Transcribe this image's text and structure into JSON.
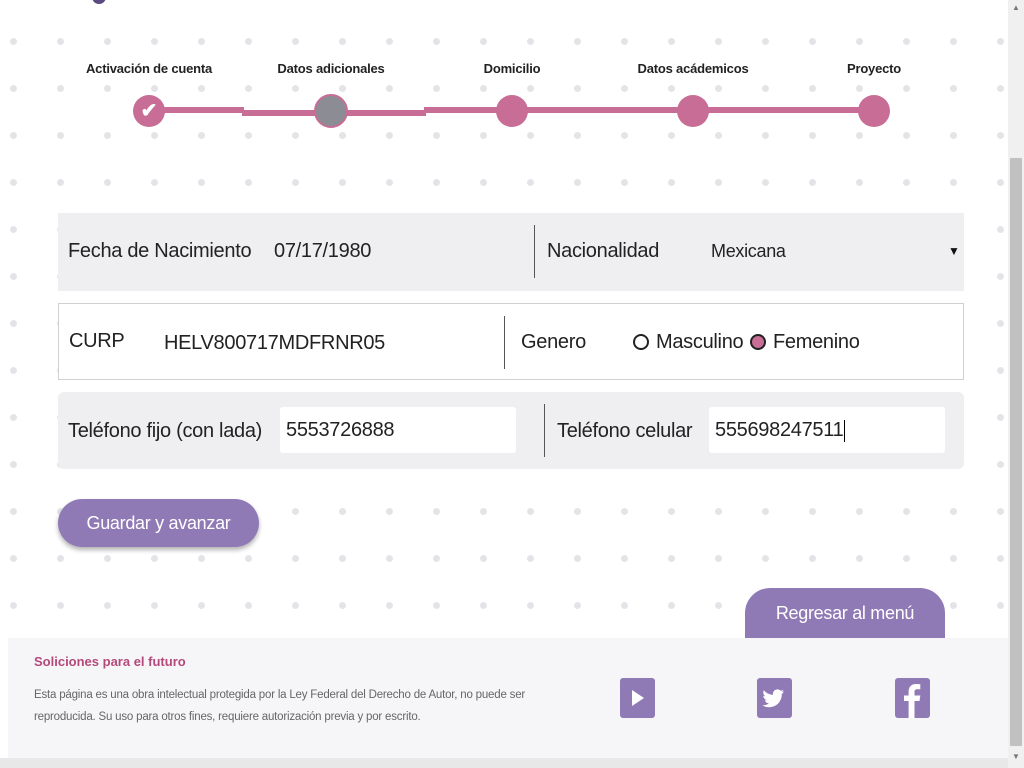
{
  "stepper": {
    "steps": [
      {
        "label": "Activación de cuenta",
        "state": "done"
      },
      {
        "label": "Datos adicionales",
        "state": "current"
      },
      {
        "label": "Domicilio",
        "state": "pending"
      },
      {
        "label": "Datos acádemicos",
        "state": "pending"
      },
      {
        "label": "Proyecto",
        "state": "pending"
      }
    ],
    "check_glyph": "✔"
  },
  "form": {
    "birthdate": {
      "label": "Fecha de Nacimiento",
      "value": "07/17/1980"
    },
    "nationality": {
      "label": "Nacionalidad",
      "value": "Mexicana",
      "arrow": "▼"
    },
    "curp": {
      "label": "CURP",
      "value": "HELV800717MDFRNR05"
    },
    "gender": {
      "label": "Genero",
      "options": [
        {
          "label": "Masculino",
          "checked": false
        },
        {
          "label": "Femenino",
          "checked": true
        }
      ]
    },
    "landline": {
      "label": "Teléfono fijo (con lada)",
      "value": "5553726888"
    },
    "mobile": {
      "label": "Teléfono celular",
      "value": "555698247511"
    }
  },
  "buttons": {
    "save": "Guardar y avanzar",
    "menu": "Regresar al menú"
  },
  "footer": {
    "title": "Soliciones para el futuro",
    "text": "Esta página es una obra intelectual protegida por la Ley Federal del Derecho de Autor, no puede ser reproducida. Su uso para otros fines, requiere autorización previa y por escrito.",
    "social": [
      "youtube-icon",
      "twitter-icon",
      "facebook-icon"
    ]
  },
  "colors": {
    "accent_pink": "#c76d96",
    "button_purple": "#8f7ab6",
    "footer_title": "#b4497b"
  }
}
